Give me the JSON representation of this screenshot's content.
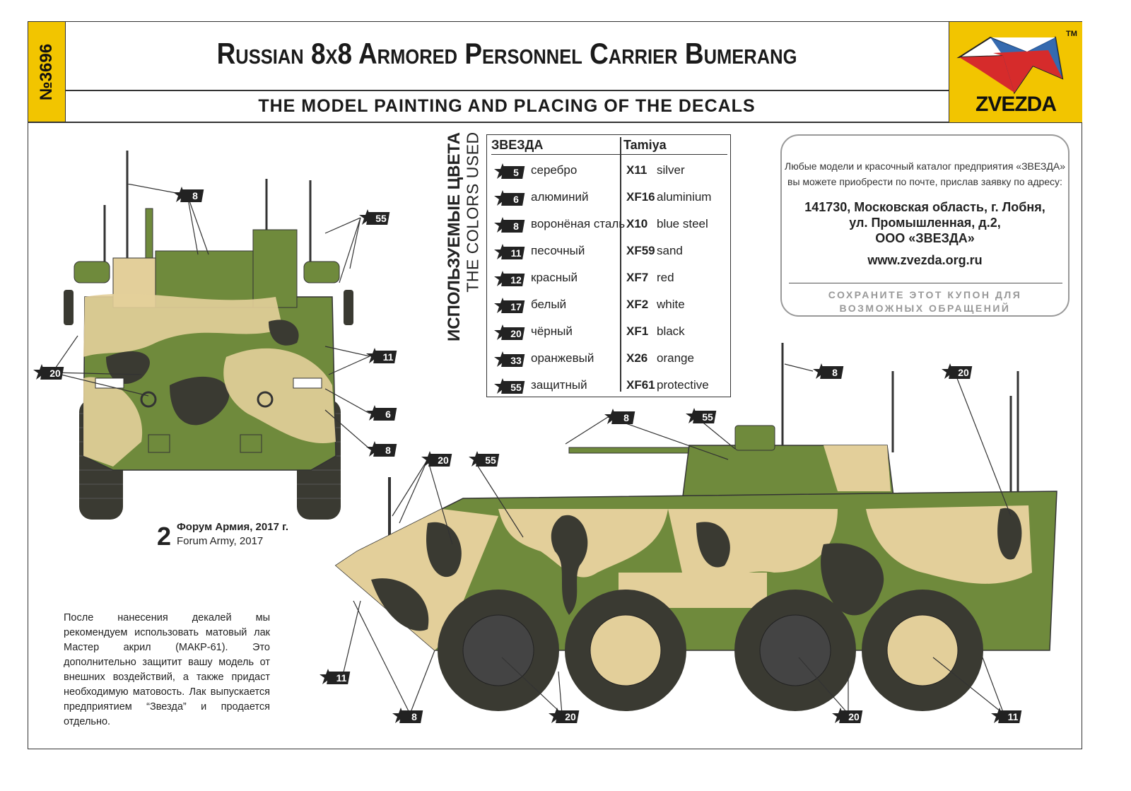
{
  "header": {
    "catalog_number": "№3696",
    "title": "Russian 8x8 Armored Personnel Carrier Bumerang",
    "subtitle": "THE MODEL PAINTING AND PLACING OF THE DECALS",
    "brand": "ZVEZDA",
    "trademark": "TM"
  },
  "colors_section": {
    "label_ru": "ИСПОЛЬЗУЕМЫЕ ЦВЕТА",
    "label_en": "THE COLORS USED",
    "col_zvezda": "ЗВЕЗДА",
    "col_tamiya": "Tamiya",
    "rows": [
      {
        "num": "5",
        "ru": "серебро",
        "code": "X11",
        "en": "silver"
      },
      {
        "num": "6",
        "ru": "алюминий",
        "code": "XF16",
        "en": "aluminium"
      },
      {
        "num": "8",
        "ru": "воронёная сталь",
        "code": "X10",
        "en": "blue steel"
      },
      {
        "num": "11",
        "ru": "песочный",
        "code": "XF59",
        "en": "sand"
      },
      {
        "num": "12",
        "ru": "красный",
        "code": "XF7",
        "en": "red"
      },
      {
        "num": "17",
        "ru": "белый",
        "code": "XF2",
        "en": "white"
      },
      {
        "num": "20",
        "ru": "чёрный",
        "code": "XF1",
        "en": "black"
      },
      {
        "num": "33",
        "ru": "оранжевый",
        "code": "X26",
        "en": "orange"
      },
      {
        "num": "55",
        "ru": "защитный",
        "code": "XF61",
        "en": "protective"
      }
    ]
  },
  "info_box": {
    "line1": "Любые модели и красочный каталог предприятия «ЗВЕЗДА»",
    "line2": "вы можете приобрести по почте, прислав заявку по адресу:",
    "addr1": "141730, Московская область, г. Лобня,",
    "addr2": "ул. Промышленная, д.2,",
    "addr3": "ООО «ЗВЕЗДА»",
    "url": "www.zvezda.org.ru",
    "keep1": "СОХРАНИТЕ ЭТОТ КУПОН ДЛЯ",
    "keep2": "ВОЗМОЖНЫХ ОБРАЩЕНИЙ"
  },
  "scheme": {
    "number": "2",
    "caption_ru": "Форум Армия, 2017 г.",
    "caption_en": "Forum Army, 2017"
  },
  "note": "После нанесения декалей мы рекомендуем использовать матовый лак Мастер акрил (МАКР-61). Это дополнительно защитит вашу модель от внешних воздействий, а также придаст необходимую матовость. Лак выпускается предприятием “Звезда” и продается отдельно.",
  "front_callouts": [
    "8",
    "55",
    "20",
    "11",
    "6",
    "8"
  ],
  "side_callouts": [
    "8",
    "55",
    "20",
    "55",
    "8",
    "20",
    "11",
    "8",
    "20",
    "20",
    "11"
  ],
  "colors": {
    "accent_yellow": "#f2c500",
    "camo_green": "#6f8a3c",
    "camo_sand": "#e3cf9a",
    "camo_black": "#3a3a32",
    "badge": "#222222",
    "flag_red": "#d62b2b",
    "flag_blue": "#1f5aa6"
  }
}
